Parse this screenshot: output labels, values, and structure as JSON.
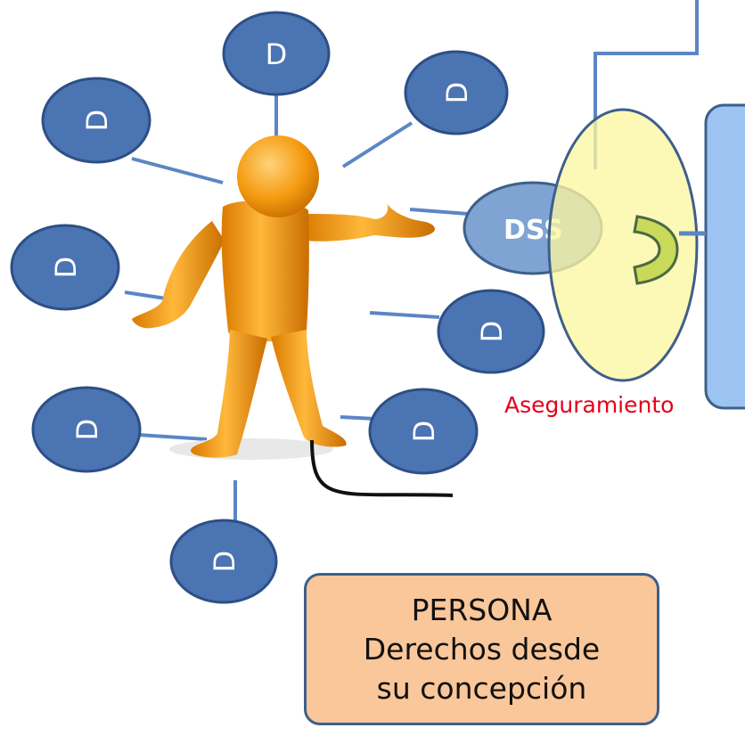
{
  "circle_letter": "D",
  "dss_label": "DSS",
  "assurance_label": "Aseguramiento",
  "persona": {
    "title": "PERSONA",
    "line2": "Derechos desde",
    "line3": "su concepción"
  },
  "colors": {
    "circle_fill": "#4b74b3",
    "circle_stroke": "#2d4f86",
    "connector": "#5b86c5",
    "dss_fill": "#7fa3d3",
    "yellow_ellipse": "#fbf6a2",
    "shield": "#c9d95a",
    "panel": "#9dc3f2",
    "person": "#f59b10",
    "persona_box": "#fac79a",
    "assurance_text": "#e3001b"
  },
  "icons": [
    "person-figure",
    "shield-cap"
  ]
}
